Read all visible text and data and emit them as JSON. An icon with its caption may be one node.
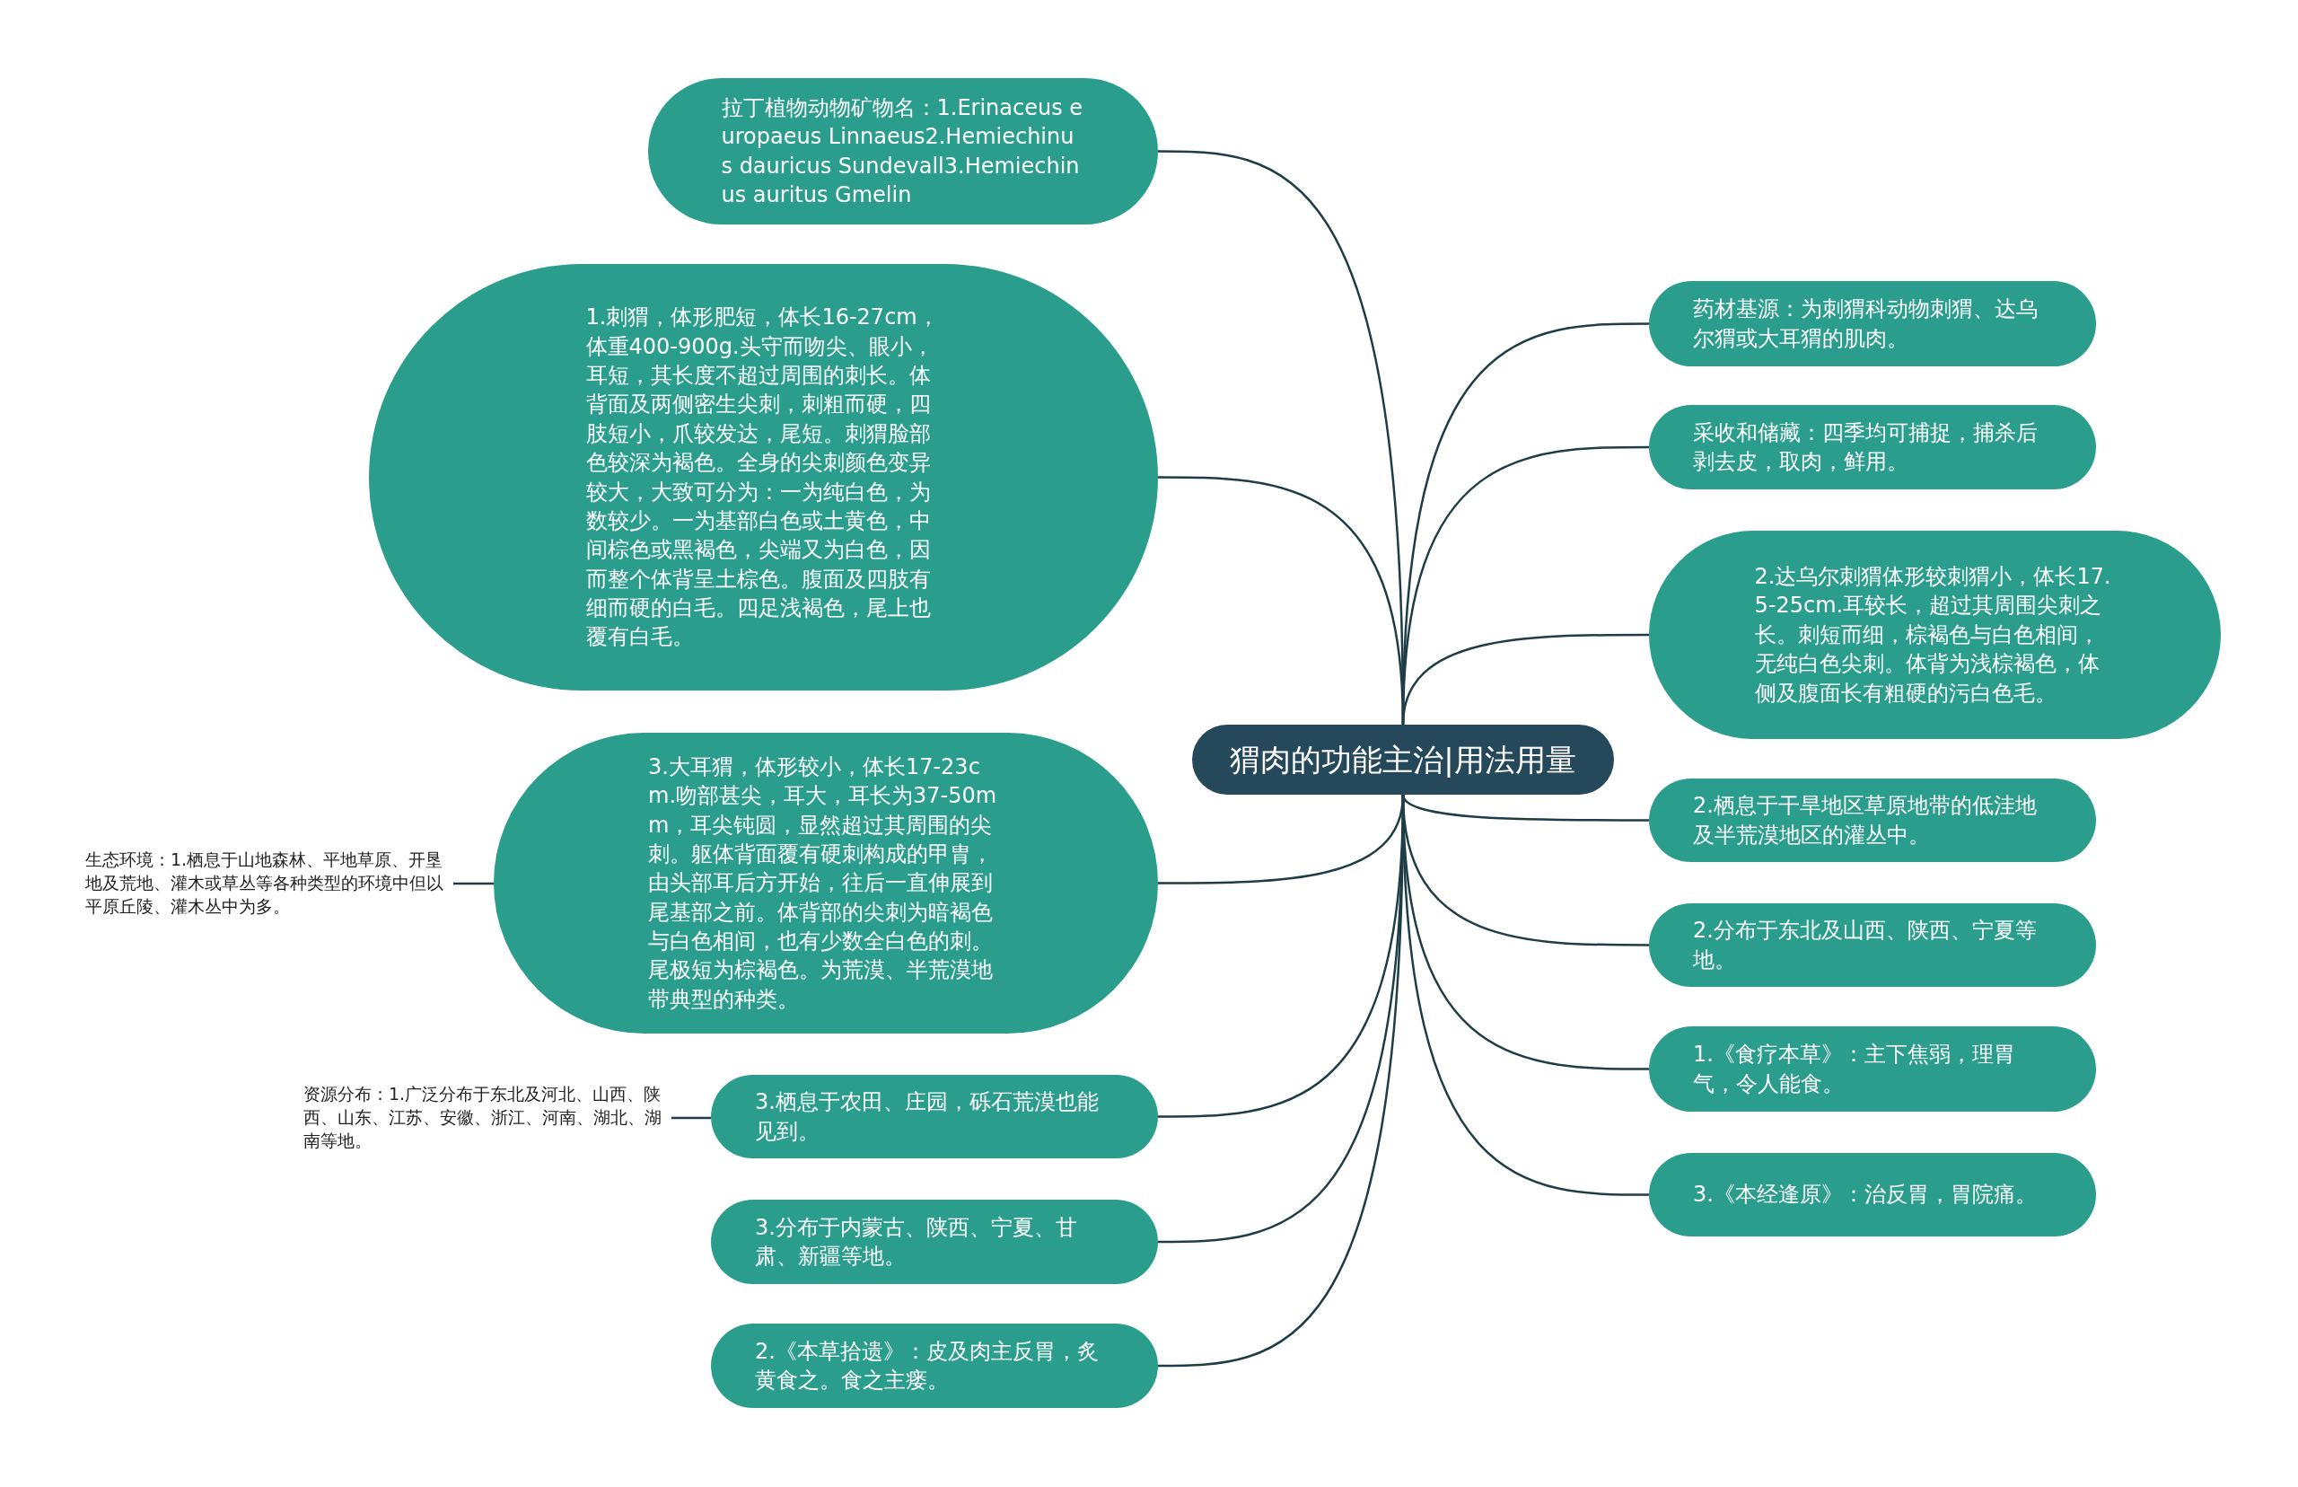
{
  "diagram": {
    "nodes": [
      {
        "text": [
          "猬肉的功能主治|用法用量"
        ]
      },
      {
        "text": [
          "拉丁植物动物矿物名：1.Erinaceus europaeus Linnaeus2.Hemiechinus dauricus Sundevall3.Hemiechinus auritus Gmelin"
        ]
      },
      {
        "text": [
          "1.刺猬，体形肥短，体长16-27cm，体重400-900g.头守而吻尖、眼小，耳短，其长度不超过周围的刺长。体背面及两侧密生尖刺，刺粗而硬，四肢短小，爪较发达，尾短。刺猬脸部色较深为褐色。全身的尖刺颜色变异较大，大致可分为：一为纯白色，为数较少。一为基部白色或土黄色，中间棕色或黑褐色，尖端又为白色，因而整个体背呈土棕色。腹面及四肢有细而硬的白毛。四足浅褐色，尾上也覆有白毛。"
        ]
      },
      {
        "text": [
          "3.大耳猬，体形较小，体长17-23cm.吻部甚尖，耳大，耳长为37-50mm，耳尖钝圆，显然超过其周围的尖刺。躯体背面覆有硬刺构成的甲胄，由头部耳后方开始，往后一直伸展到尾基部之前。体背部的尖刺为暗褐色与白色相间，也有少数全白色的刺。尾极短为棕褐色。为荒漠、半荒漠地带典型的种类。"
        ]
      },
      {
        "text": [
          "生态环境：1.栖息于山地森林、平地草原、开垦地及荒地、灌木或草丛等各种类型的环境中但以平原丘陵、灌木丛中为多。"
        ]
      },
      {
        "text": [
          "3.栖息于农田、庄园，砾石荒漠也能见到。"
        ]
      },
      {
        "text": [
          "资源分布：1.广泛分布于东北及河北、山西、陕西、山东、江苏、安徽、浙江、河南、湖北、湖南等地。"
        ]
      },
      {
        "text": [
          "3.分布于内蒙古、陕西、宁夏、甘肃、新疆等地。"
        ]
      },
      {
        "text": [
          "2.《本草拾遗》：皮及肉主反胃，炙黄食之。食之主瘘。"
        ]
      },
      {
        "text": [
          "药材基源：为刺猬科动物刺猬、达乌尔猬或大耳猬的肌肉。"
        ]
      },
      {
        "text": [
          "采收和储藏：四季均可捕捉，捕杀后剥去皮，取肉，鲜用。"
        ]
      },
      {
        "text": [
          "2.达乌尔刺猬体形较刺猬小，体长17.5-25cm.耳较长，超过其周围尖刺之长。刺短而细，棕褐色与白色相间，无纯白色尖刺。体背为浅棕褐色，体侧及腹面长有粗硬的污白色毛。"
        ]
      },
      {
        "text": [
          "2.栖息于干旱地区草原地带的低洼地及半荒漠地区的灌丛中。"
        ]
      },
      {
        "text": [
          "2.分布于东北及山西、陕西、宁夏等地。"
        ]
      },
      {
        "text": [
          "1.《食疗本草》：主下焦弱，理胃气，令人能食。"
        ]
      },
      {
        "text": [
          "3.《本经逢原》：治反胃，胃院痛。"
        ]
      }
    ],
    "edges": [
      {
        "from": 0,
        "to": 1,
        "arrow": "none"
      },
      {
        "from": 0,
        "to": 2,
        "arrow": "none"
      },
      {
        "from": 0,
        "to": 3,
        "arrow": "none"
      },
      {
        "from": 3,
        "to": 4,
        "arrow": "none"
      },
      {
        "from": 0,
        "to": 5,
        "arrow": "none"
      },
      {
        "from": 5,
        "to": 6,
        "arrow": "none"
      },
      {
        "from": 0,
        "to": 7,
        "arrow": "none"
      },
      {
        "from": 0,
        "to": 8,
        "arrow": "none"
      },
      {
        "from": 0,
        "to": 9,
        "arrow": "none"
      },
      {
        "from": 0,
        "to": 10,
        "arrow": "none"
      },
      {
        "from": 0,
        "to": 11,
        "arrow": "none"
      },
      {
        "from": 0,
        "to": 12,
        "arrow": "none"
      },
      {
        "from": 0,
        "to": 13,
        "arrow": "none"
      },
      {
        "from": 0,
        "to": 14,
        "arrow": "none"
      },
      {
        "from": 0,
        "to": 15,
        "arrow": "none"
      }
    ]
  }
}
